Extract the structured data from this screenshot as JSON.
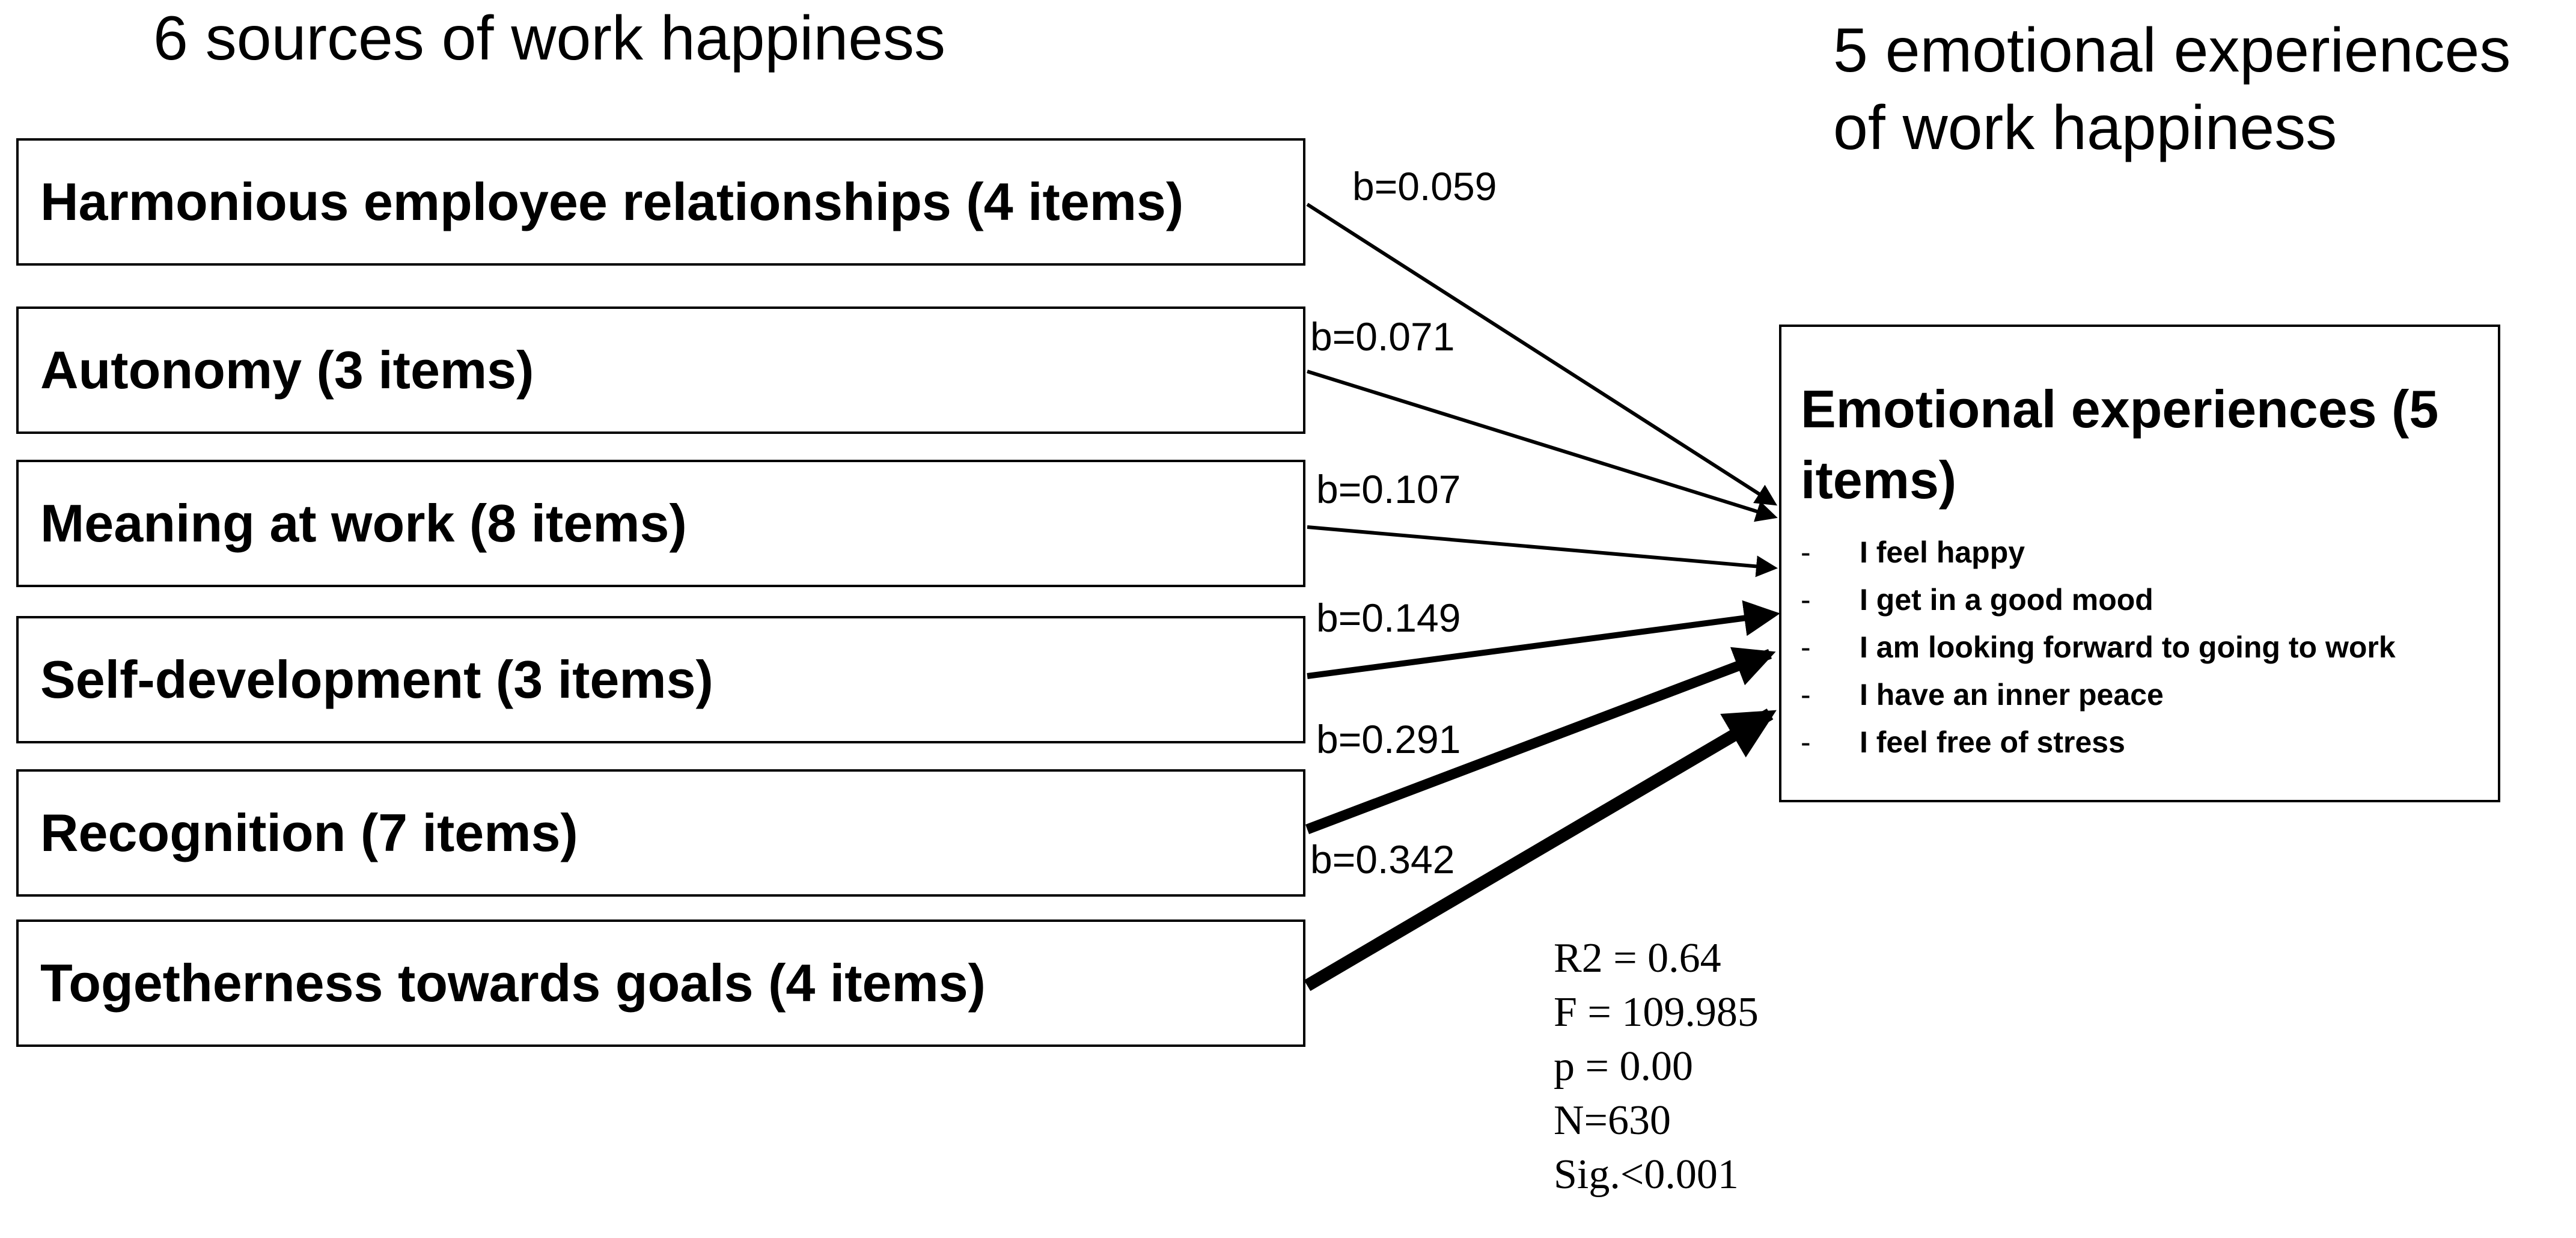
{
  "headings": {
    "left": "6 sources of work happiness",
    "right": "5 emotional experiences of work happiness"
  },
  "sources": [
    {
      "label": "Harmonious employee relationships (4 items)",
      "coefficient": "b=0.059"
    },
    {
      "label": "Autonomy (3 items)",
      "coefficient": "b=0.071"
    },
    {
      "label": "Meaning at work (8 items)",
      "coefficient": "b=0.107"
    },
    {
      "label": "Self-development (3 items)",
      "coefficient": "b=0.149"
    },
    {
      "label": "Recognition (7 items)",
      "coefficient": "b=0.291"
    },
    {
      "label": "Togetherness towards goals (4 items)",
      "coefficient": "b=0.342"
    }
  ],
  "outcome": {
    "title": "Emotional experiences (5 items)",
    "bullet": "-",
    "items": [
      "I feel happy",
      "I get in a good mood",
      "I am looking forward to going to work",
      "I have an inner peace",
      "I feel free of stress"
    ]
  },
  "stats": {
    "r2": "R2 = 0.64",
    "f": "F = 109.985",
    "p": "p = 0.00",
    "n": "N=630",
    "sig": "Sig.<0.001"
  }
}
